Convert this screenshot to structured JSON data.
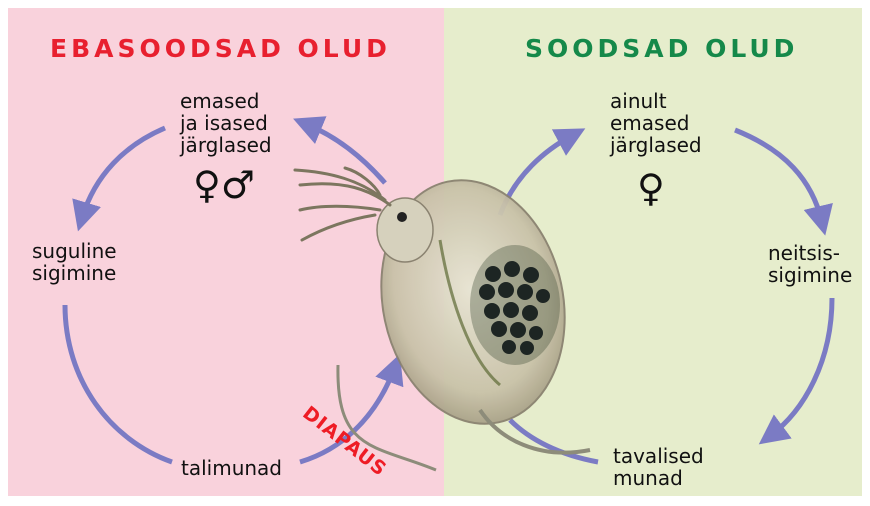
{
  "left_panel": {
    "title": "EBASOODSAD OLUD",
    "offspring": "emased\nja isased\njärglased",
    "symbols": "♀♂",
    "reproduction": "suguline\nsigimine",
    "eggs": "talimunad",
    "arrow_label": "DIAPAUS"
  },
  "right_panel": {
    "title": "SOODSAD OLUD",
    "offspring": "ainult\nemased\njärglased",
    "symbols": "♀",
    "reproduction": "neitsis-\nsigimine",
    "eggs": "tavalised\nmunad"
  },
  "colors": {
    "unfavorable_bg": "#f9d2dc",
    "favorable_bg": "#e6edcc",
    "unfavorable_title": "#e8202f",
    "favorable_title": "#15894a",
    "arrow": "#7b7bc4",
    "diapaus": "#ee1c25"
  }
}
